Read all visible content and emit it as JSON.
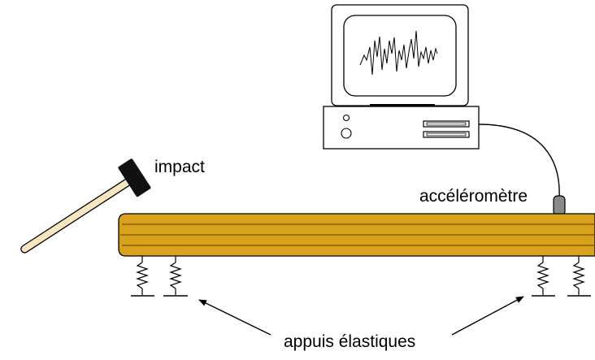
{
  "labels": {
    "impact": "impact",
    "accelerometer": "accéléromètre",
    "supports": "appuis élastiques"
  },
  "colors": {
    "beam_fill": "#d9a21c",
    "beam_line": "#7a5200",
    "handle_fill": "#f7e6c0",
    "hammer_head": "#111111",
    "sensor": "#8a8a8a",
    "outline": "#000000"
  },
  "icons": [
    "hammer-icon",
    "computer-icon",
    "spring-icon",
    "accelerometer-sensor"
  ]
}
